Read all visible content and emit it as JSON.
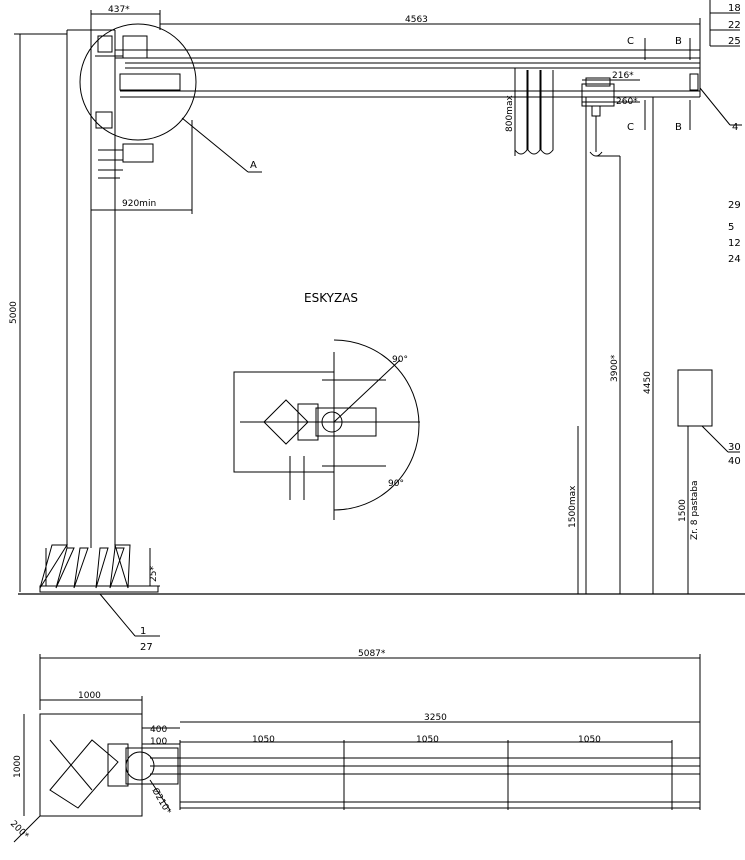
{
  "title": "ESKYZAS",
  "section_labels": {
    "c": "C",
    "b": "B"
  },
  "detail_label": "A",
  "dimensions": {
    "span_437": "437*",
    "span_4563": "4563",
    "trolley_216": "216*",
    "trolley_260": "260*",
    "hoist_800max": "800max",
    "min_920": "920min",
    "height_5000": "5000",
    "height_3900": "3900*",
    "height_4450": "4450",
    "hook_1500max": "1500max",
    "ctrl_1500": "1500",
    "ctrl_note": "Zr. 8 pastaba",
    "base_25": "25*",
    "angle_90_top": "90°",
    "angle_90_bottom": "90°",
    "plan_5087": "5087*",
    "plan_1000_top": "1000",
    "plan_1000_side": "1000",
    "plan_3250": "3250",
    "plan_400": "400",
    "plan_100": "100",
    "plan_1050_a": "1050",
    "plan_1050_b": "1050",
    "plan_1050_c": "1050",
    "plan_dia": "Ø210*",
    "plan_200": "200*"
  },
  "part_numbers": {
    "p18": "18",
    "p22": "22",
    "p25": "25",
    "p4": "4",
    "p29": "29",
    "p5": "5",
    "p12": "12",
    "p24": "24",
    "p30": "30",
    "p40": "40",
    "p1": "1",
    "p27": "27"
  }
}
